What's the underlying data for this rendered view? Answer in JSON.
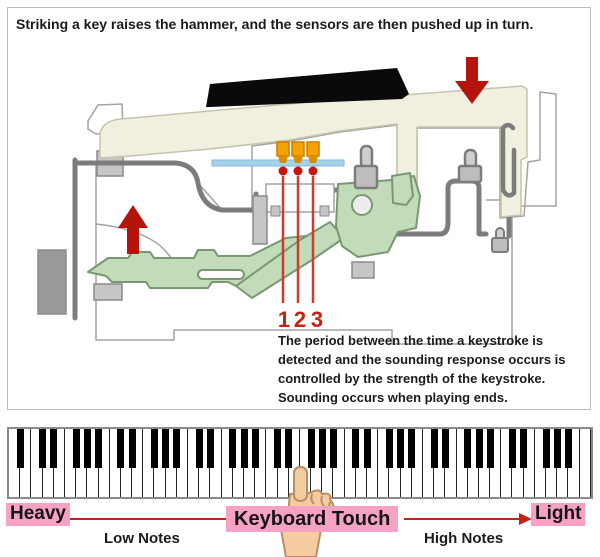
{
  "title": "Striking a key raises the hammer, and the sensors are then pushed up in turn.",
  "diagram": {
    "sensor_numbers": [
      "1",
      "2",
      "3"
    ],
    "caption": "The period between the time a keystroke is detected and the sounding response occurs is controlled by the strength of the keystroke. Sounding occurs when playing ends."
  },
  "keyboard": {
    "white_key_count": 52,
    "first_note": "A",
    "black_key_after_notes": "ACDFG"
  },
  "legend": {
    "left_label": "Heavy",
    "right_label": "Light",
    "center_label": "Keyboard Touch",
    "left_sublabel": "Low Notes",
    "right_sublabel": "High Notes"
  },
  "colors": {
    "accent-red": "#B5140C",
    "line-red": "#CE3D2A",
    "number-red": "#C02414",
    "pink-highlight": "#F7A2C4",
    "key-cream": "#F1EFE0",
    "mechanism-green": "#C2DBB8",
    "sensor-orange": "#F4A300",
    "pcb-blue": "#A6D2EA",
    "chassis-gray": "#7C7C7C",
    "hand-skin": "#F5CBA2"
  }
}
